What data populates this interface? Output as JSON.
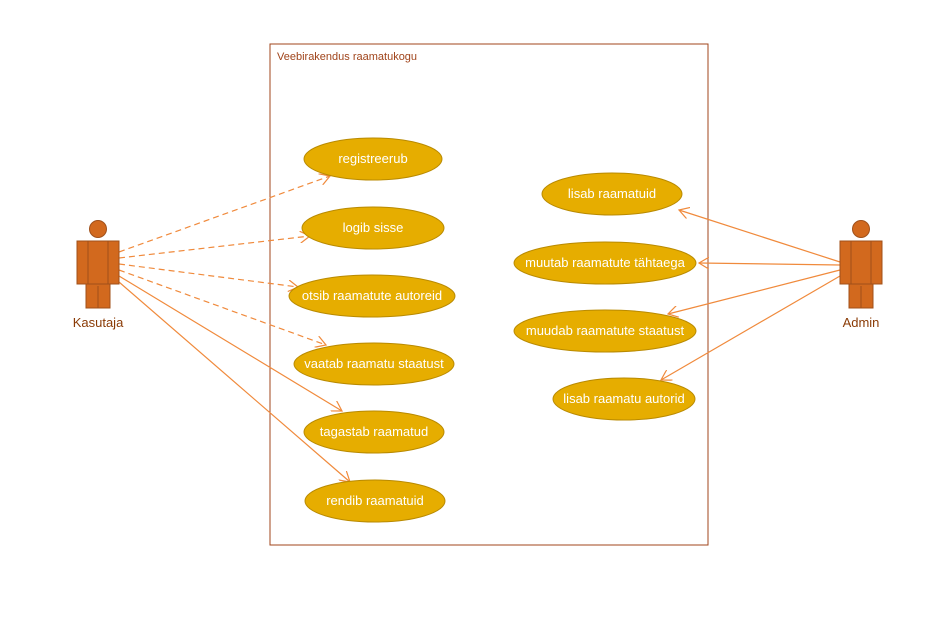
{
  "system": {
    "title": "Veebirakendus raamatukogu"
  },
  "actors": {
    "user": {
      "label": "Kasutaja"
    },
    "admin": {
      "label": "Admin"
    }
  },
  "use_cases_user": [
    {
      "label": "registreerub",
      "relation": "dashed"
    },
    {
      "label": "logib sisse",
      "relation": "dashed"
    },
    {
      "label": "otsib raamatute autoreid",
      "relation": "dashed"
    },
    {
      "label": "vaatab raamatu staatust",
      "relation": "dashed"
    },
    {
      "label": "tagastab raamatud",
      "relation": "solid"
    },
    {
      "label": "rendib raamatuid",
      "relation": "solid"
    }
  ],
  "use_cases_admin": [
    {
      "label": "lisab raamatuid"
    },
    {
      "label": "muutab raamatute tähtaega"
    },
    {
      "label": "muudab raamatute staatust"
    },
    {
      "label": "lisab raamatu autorid"
    }
  ],
  "colors": {
    "use_case_fill": "#e6ad00",
    "use_case_stroke": "#b98a00",
    "actor_fill": "#d2691e",
    "actor_stroke": "#a0501a",
    "connector": "#f08a3c",
    "boundary": "#a0441b"
  }
}
